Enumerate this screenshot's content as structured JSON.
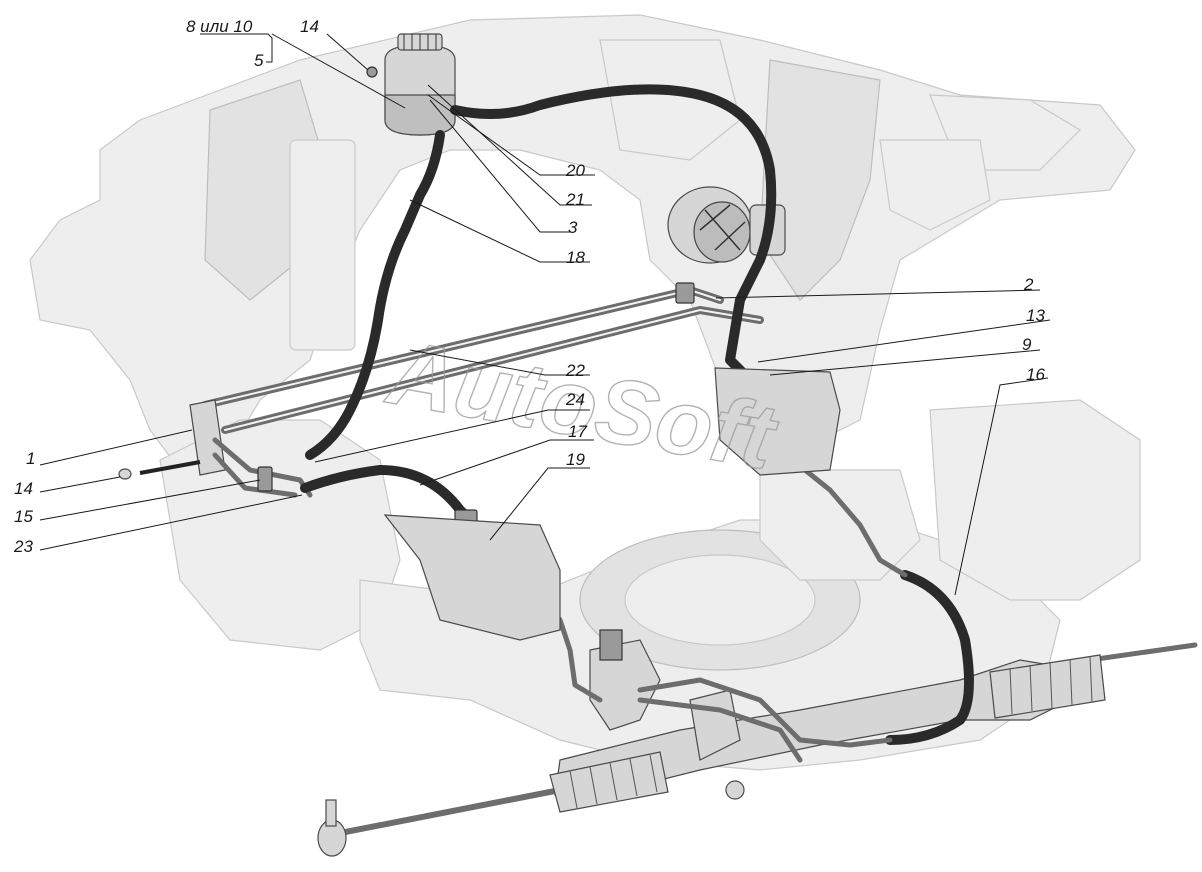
{
  "watermark": "AutoSoft",
  "callouts": [
    {
      "id": "c-8-10",
      "label": "8 или 10"
    },
    {
      "id": "c-5",
      "label": "5"
    },
    {
      "id": "c-14-top",
      "label": "14"
    },
    {
      "id": "c-20",
      "label": "20"
    },
    {
      "id": "c-21",
      "label": "21"
    },
    {
      "id": "c-3",
      "label": "3"
    },
    {
      "id": "c-18",
      "label": "18"
    },
    {
      "id": "c-2",
      "label": "2"
    },
    {
      "id": "c-13",
      "label": "13"
    },
    {
      "id": "c-9",
      "label": "9"
    },
    {
      "id": "c-16",
      "label": "16"
    },
    {
      "id": "c-22",
      "label": "22"
    },
    {
      "id": "c-24",
      "label": "24"
    },
    {
      "id": "c-17",
      "label": "17"
    },
    {
      "id": "c-19",
      "label": "19"
    },
    {
      "id": "c-1",
      "label": "1"
    },
    {
      "id": "c-14-left",
      "label": "14"
    },
    {
      "id": "c-15",
      "label": "15"
    },
    {
      "id": "c-23",
      "label": "23"
    }
  ]
}
